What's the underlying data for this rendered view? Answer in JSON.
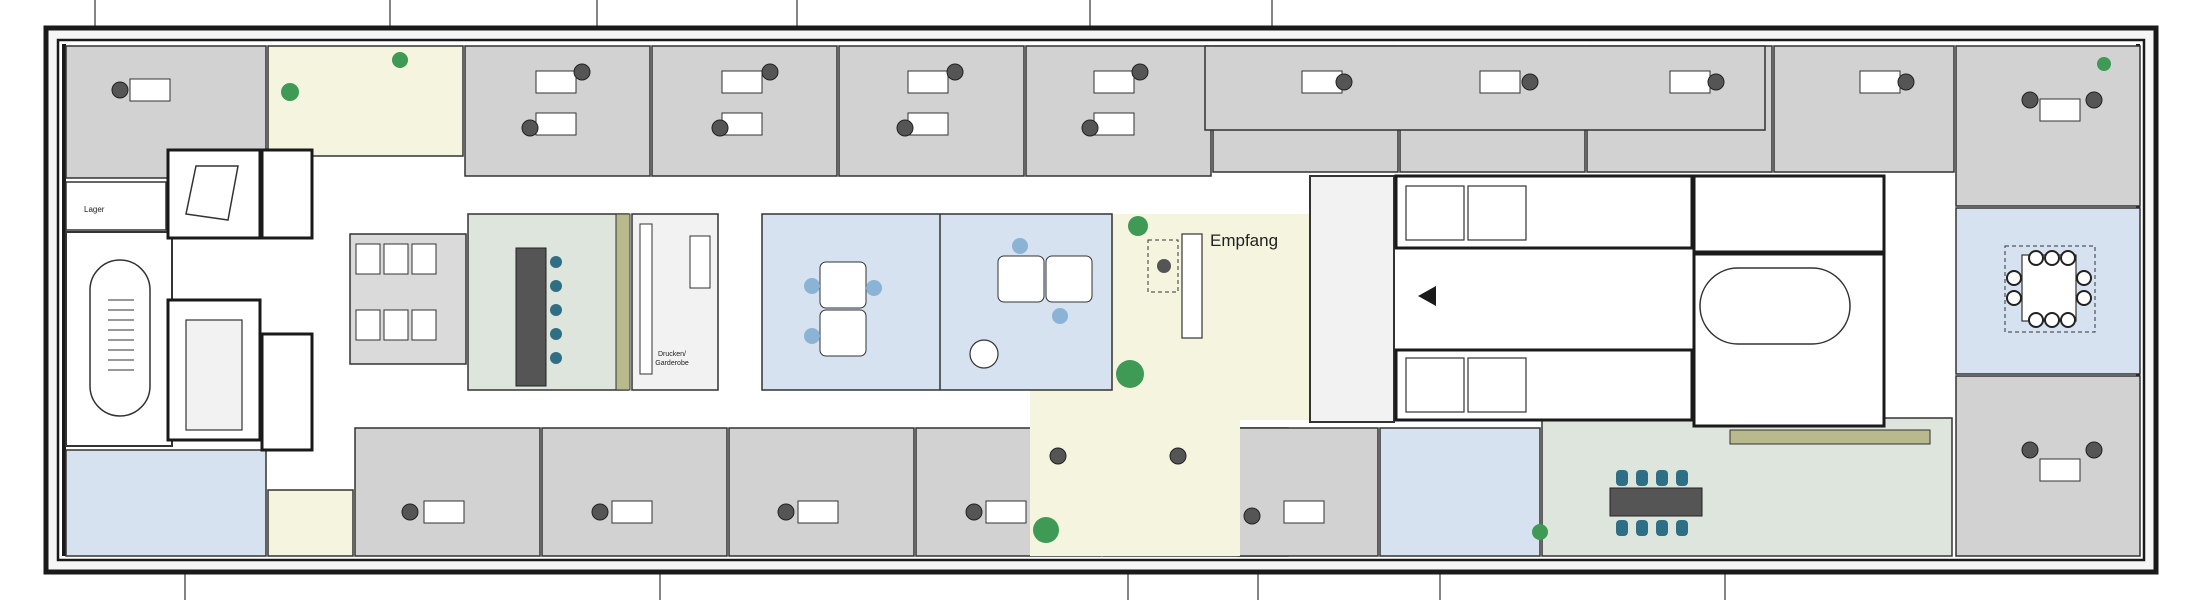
{
  "plan": {
    "labels": {
      "reception": "Empfang",
      "storage": "Lager",
      "print_wardrobe_line1": "Drucken/",
      "print_wardrobe_line2": "Garderobe"
    },
    "colors": {
      "wall": "#1a1a1a",
      "office_grey": "#d2d2d2",
      "meeting_blue": "#d6e2ef",
      "open_green": "#dde5dd",
      "reception_cream": "#f4f4df",
      "corridor": "#ffffff",
      "plant": "#3f9a55",
      "seat_teal": "#2f6f86",
      "seat_blue": "#8bb3d6"
    }
  }
}
